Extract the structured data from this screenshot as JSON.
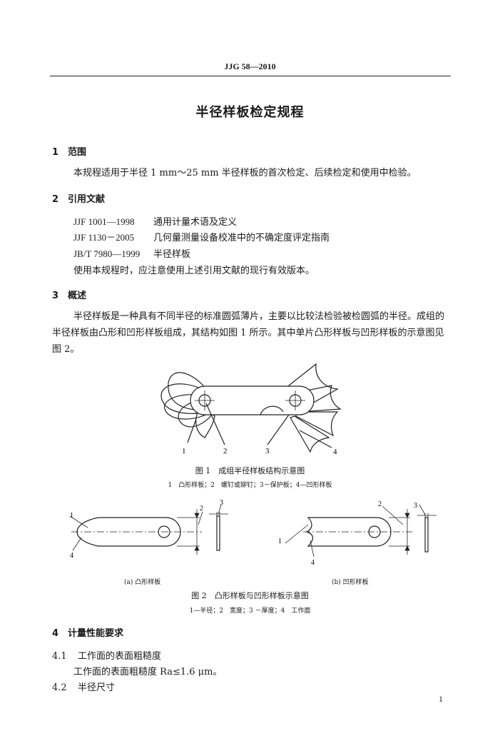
{
  "header": {
    "code": "JJG 58—2010"
  },
  "title": "半径样板检定规程",
  "sections": [
    {
      "num": "1",
      "heading": "范围",
      "text": "本规程适用于半径 1 mm～25 mm 半径样板的首次检定、后续检定和使用中检验。"
    },
    {
      "num": "2",
      "heading": "引用文献",
      "refs": [
        {
          "code": "JJF 1001—1998",
          "name": "通用计量术语及定义"
        },
        {
          "code": "JJF 1130－2005",
          "name": "几何量测量设备校准中的不确定度评定指南"
        },
        {
          "code": "JB/T 7980—1999",
          "name": "半径样板"
        }
      ],
      "note": "使用本规程时，应注意使用上述引用文献的现行有效版本。"
    },
    {
      "num": "3",
      "heading": "概述",
      "text": "半径样板是一种具有不同半径的标准圆弧薄片，主要以比较法检验被检圆弧的半径。成组的半径样板由凸形和凹形样板组成，其结构如图 1 所示。其中单片凸形样板与凹形样板的示意图见图 2。"
    },
    {
      "num": "4",
      "heading": "计量性能要求",
      "subs": [
        {
          "num": "4.1",
          "title": "工作面的表面粗糙度",
          "body": "工作面的表面粗糙度 Ra≤1.6 μm。"
        },
        {
          "num": "4.2",
          "title": "半径尺寸"
        }
      ]
    }
  ],
  "figure1": {
    "labels": [
      "1",
      "2",
      "3",
      "4"
    ],
    "caption": "图 1　成组半径样板结构示意图",
    "legend": "1　凸形样板；2　螺钉或铆钉；3－保护板；4—凹形样板"
  },
  "figure2": {
    "a_labels": [
      "1",
      "2",
      "3",
      "4"
    ],
    "b_labels": [
      "1",
      "2",
      "3",
      "4"
    ],
    "a_caption": "(a) 凸形样板",
    "b_caption": "(b) 凹形样板",
    "caption": "图 2　凸形样板与凹形样板示意图",
    "legend": "1—半径；2　宽度；3 －厚度；4　工作面"
  },
  "page_number": "1"
}
